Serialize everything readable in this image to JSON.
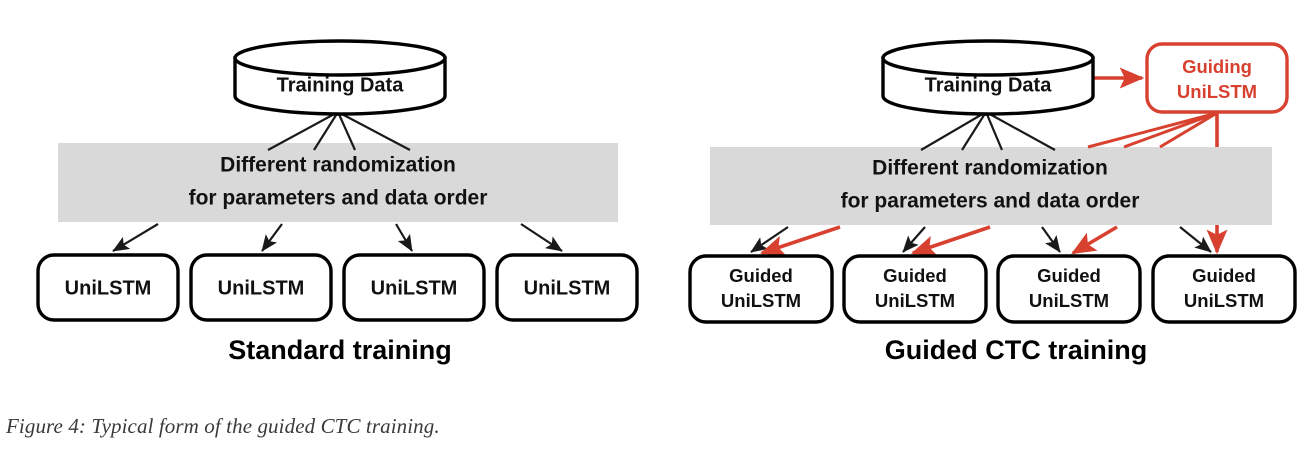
{
  "figure": {
    "caption": "Figure 4: Typical form of the guided CTC training."
  },
  "panels": [
    {
      "id": "standard-training",
      "title": "Standard training",
      "datastore": {
        "label": "Training Data"
      },
      "randomization_band": {
        "line1": "Different randomization",
        "line2": "for parameters and data order"
      },
      "models": [
        {
          "line1": "UniLSTM",
          "line2": ""
        },
        {
          "line1": "UniLSTM",
          "line2": ""
        },
        {
          "line1": "UniLSTM",
          "line2": ""
        },
        {
          "line1": "UniLSTM",
          "line2": ""
        }
      ],
      "guiding_model": null
    },
    {
      "id": "guided-ctc-training",
      "title": "Guided CTC training",
      "datastore": {
        "label": "Training Data"
      },
      "randomization_band": {
        "line1": "Different randomization",
        "line2": "for parameters and data order"
      },
      "models": [
        {
          "line1": "Guided",
          "line2": "UniLSTM"
        },
        {
          "line1": "Guided",
          "line2": "UniLSTM"
        },
        {
          "line1": "Guided",
          "line2": "UniLSTM"
        },
        {
          "line1": "Guided",
          "line2": "UniLSTM"
        }
      ],
      "guiding_model": {
        "line1": "Guiding",
        "line2": "UniLSTM"
      }
    }
  ],
  "colors": {
    "accent_red": "#d8412f",
    "band_gray": "#d9d9d9",
    "stroke_black": "#000000",
    "background": "#ffffff"
  }
}
